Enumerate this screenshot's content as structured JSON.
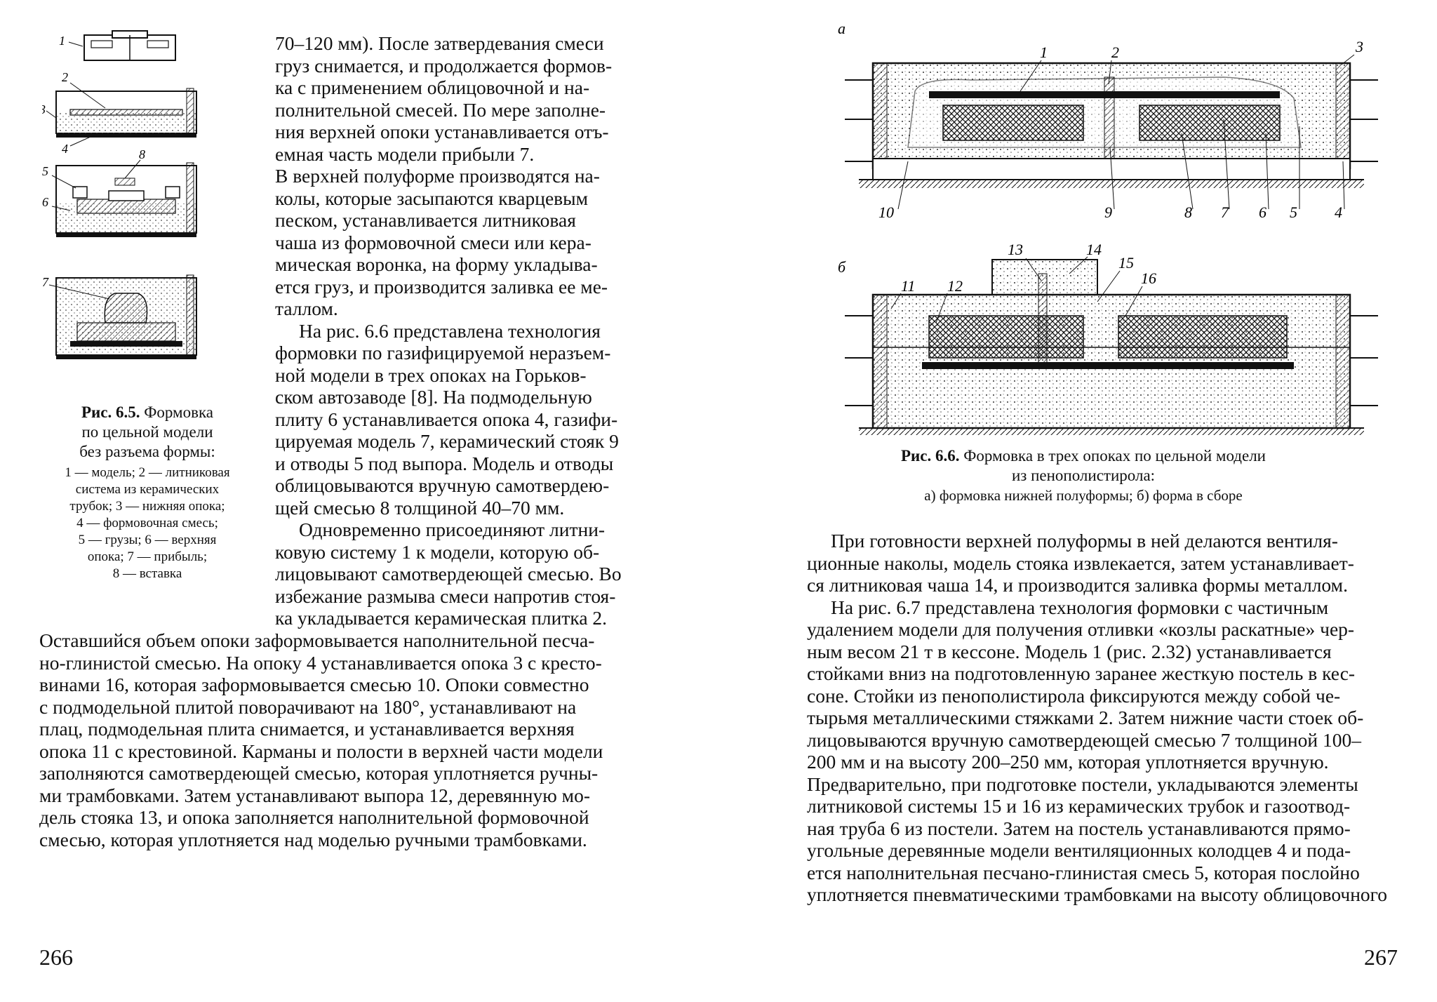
{
  "left_page": {
    "page_number": "266",
    "figure_6_5": {
      "title": "Рис. 6.5.",
      "caption_lines": [
        "Формовка",
        "по цельной модели",
        "без разъема формы:"
      ],
      "legend_lines": [
        "1 — модель; 2 — литниковая",
        "система из керамических",
        "трубок; 3 — нижняя опока;",
        "4 — формовочная смесь;",
        "5 — грузы; 6 — верхняя",
        "опока; 7 — прибыль;",
        "8 — вставка"
      ],
      "labels": [
        "1",
        "2",
        "3",
        "4",
        "5",
        "6",
        "7",
        "8"
      ]
    },
    "column_lines": [
      "70–120 мм). После затвердевания смеси",
      "груз снимается, и продолжается формов-",
      "ка с применением облицовочной и на-",
      "полнительной смесей. По мере заполне-",
      "ния верхней опоки устанавливается отъ-",
      "емная часть модели прибыли 7.",
      "В верхней полуформе производятся на-",
      "колы, которые засыпаются кварцевым",
      "песком, устанавливается литниковая",
      "чаша из формовочной смеси или кера-",
      "мическая воронка, на форму укладыва-",
      "ется груз, и производится заливка ее ме-",
      "таллом.",
      "На рис. 6.6 представлена технология",
      "формовки по газифицируемой неразъем-",
      "ной модели в трех опоках на Горьков-",
      "ском автозаводе [8]. На подмодельную",
      "плиту 6 устанавливается опока 4, газифи-",
      "цируемая модель 7, керамический стояк 9",
      "и отводы 5 под выпора. Модель и отводы",
      "облицовываются вручную самотвердею-",
      "щей смесью 8 толщиной 40–70 мм.",
      "Одновременно присоединяют литни-",
      "ковую систему 1 к модели, которую об-",
      "лицовывают самотвердеющей смесью. Во",
      "избежание размыва смеси напротив стоя-",
      "ка укладывается керамическая плитка 2."
    ],
    "full_lines": [
      "Оставшийся объем опоки заформовывается наполнительной песча-",
      "но-глинистой смесью. На опоку 4 устанавливается опока 3 с кресто-",
      "винами 16, которая заформовывается смесью 10. Опоки совместно",
      "с подмодельной плитой поворачивают на 180°, устанавливают на",
      "плац, подмодельная плита снимается, и устанавливается верхняя",
      "опока 11 с крестовиной. Карманы и полости в верхней части модели",
      "заполняются самотвердеющей смесью, которая уплотняется ручны-",
      "ми трамбовками. Затем устанавливают выпора 12, деревянную мо-",
      "дель стояка 13, и опока заполняется наполнительной формовочной",
      "смесью, которая уплотняется над моделью ручными трамбовками."
    ]
  },
  "right_page": {
    "page_number": "267",
    "figure_6_6": {
      "sub_a": "а",
      "sub_b": "б",
      "labels_a_top": [
        "1",
        "2",
        "3"
      ],
      "labels_a_bottom": [
        "10",
        "9",
        "8",
        "7",
        "6",
        "5",
        "4"
      ],
      "labels_b_top": [
        "11",
        "12",
        "13",
        "14",
        "15",
        "16"
      ],
      "title": "Рис. 6.6.",
      "caption_line1": "Формовка в трех опоках по цельной модели",
      "caption_line2": "из пенополистирола:",
      "caption_line3": "а) формовка нижней полуформы; б) форма в сборе"
    },
    "lines": [
      "При готовности верхней полуформы в ней делаются вентиля-",
      "ционные наколы, модель стояка извлекается, затем устанавливает-",
      "ся литниковая чаша 14, и производится заливка формы металлом.",
      "На рис. 6.7 представлена технология формовки с частичным",
      "удалением модели для получения отливки «козлы раскатные» чер-",
      "ным весом 21 т в кессоне. Модель 1 (рис. 2.32) устанавливается",
      "стойками вниз на подготовленную заранее жесткую постель в кес-",
      "соне. Стойки из пенополистирола фиксируются между собой че-",
      "тырьмя металлическими стяжками 2. Затем нижние части стоек об-",
      "лицовываются вручную самотвердеющей смесью 7 толщиной 100–",
      "200 мм и на высоту 200–250 мм, которая уплотняется вручную.",
      "Предварительно, при подготовке постели, укладываются элементы",
      "литниковой системы 15 и 16 из керамических трубок и газоотвод-",
      "ная труба 6 из постели. Затем на постель устанавливаются прямо-",
      "угольные деревянные модели вентиляционных колодцев 4 и пода-",
      "ется наполнительная песчано-глинистая смесь 5, которая послойно",
      "уплотняется пневматическими трамбовками на высоту облицовочного"
    ]
  }
}
